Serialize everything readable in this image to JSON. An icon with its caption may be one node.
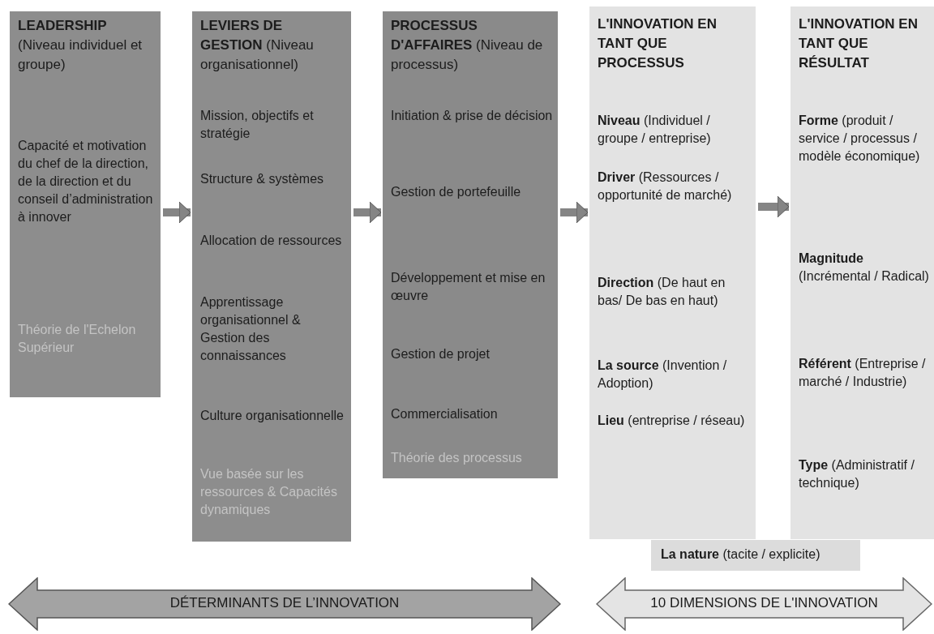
{
  "diagram": {
    "nodes": [
      {
        "text": [
          "**LEADERSHIP** (Niveau individuel et groupe)",
          "Capacité et motivation du chef de la direction, de la direction et du conseil d’administration à innover",
          "Théorie de l'Echelon Supérieur"
        ]
      },
      {
        "text": [
          "**LEVIERS DE GESTION** (Niveau organisationnel)",
          "Mission, objectifs et stratégie",
          "Structure & systèmes",
          "Allocation de ressources",
          "Apprentissage organisationnel & Gestion des connaissances",
          "Culture organisationnelle",
          "Vue basée sur les ressources & Capacités dynamiques"
        ]
      },
      {
        "text": [
          "**PROCESSUS D'AFFAIRES** (Niveau de processus)",
          "Initiation & prise de décision",
          "Gestion de portefeuille",
          "Développement et mise en œuvre",
          "Gestion de projet",
          "Commercialisation",
          "Théorie des processus"
        ]
      },
      {
        "text": [
          "L'INNOVATION EN TANT QUE PROCESSUS",
          "**Niveau** (Individuel / groupe / entreprise)",
          "**Driver** (Ressources / opportunité de marché)",
          "**Direction** (De haut en bas/ De bas en haut)",
          "**La source** (Invention / Adoption)",
          "**Lieu** (entreprise / réseau)"
        ]
      },
      {
        "text": [
          "L'INNOVATION EN TANT QUE RÉSULTAT",
          "**Forme** (produit / service / processus / modèle économique)",
          "**Magnitude** (Incrémental / Radical)",
          "**Référent** (Entreprise / marché / Industrie)",
          "**Type** (Administratif / technique)"
        ]
      },
      {
        "text": [
          "**La nature** (tacite / explicite)"
        ]
      },
      {
        "text": [
          "DÉTERMINANTS DE L’INNOVATION"
        ]
      },
      {
        "text": [
          "10 DIMENSIONS DE L'INNOVATION"
        ]
      }
    ],
    "edges": [
      {
        "from": 0,
        "to": 1,
        "arrow": "to"
      },
      {
        "from": 1,
        "to": 2,
        "arrow": "to"
      },
      {
        "from": 2,
        "to": 3,
        "arrow": "to"
      },
      {
        "from": 3,
        "to": 4,
        "arrow": "to"
      }
    ]
  }
}
